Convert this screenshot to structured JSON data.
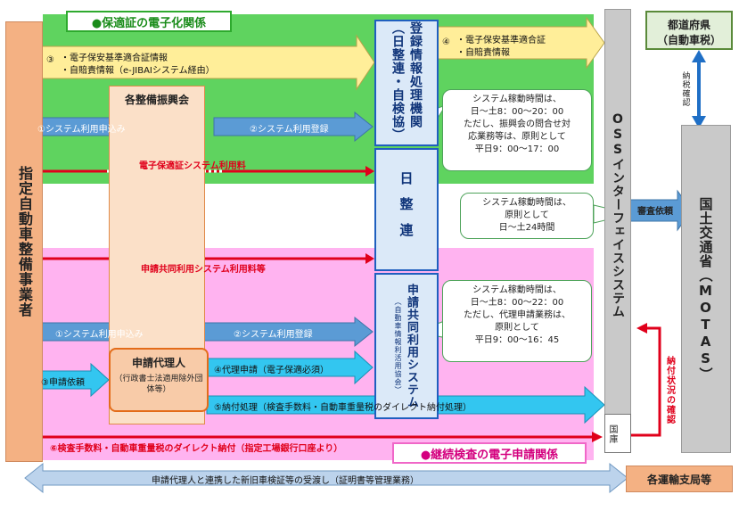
{
  "colors": {
    "green_band": "#5fd35f",
    "pink_band": "#ffb3f0",
    "blue_arrow": "#5b9bd5",
    "cyan_arrow": "#33c6f0",
    "yellow_arrow": "#ffee99",
    "red_line": "#e0001b",
    "orange_box": "#f4b183",
    "grey_box": "#c9c9c9"
  },
  "headers": {
    "green": "●保適証の電子化関係",
    "pink": "●継続検査の電子申請関係"
  },
  "left_actor": "指定自動車整備事業者",
  "seibi": "各整備振興会",
  "nissei_kikan": "登録情報処理機関（日整連・自検協）",
  "nisseiren": "日整連",
  "kyodo": {
    "title": "申請共同利用システム",
    "sub": "（自動車情報利活用協会）"
  },
  "oss": "OSSインターフェイスシステム",
  "mlit": "国土交通省（MOTAS）",
  "prefecture": {
    "line1": "都道府県",
    "line2": "（自動車税）"
  },
  "nozei": "納税確認",
  "shinsa": "審査依頼",
  "kokko": "国庫",
  "noufu": "納付状況の確認",
  "shikyoku": "各運輸支局等",
  "dairi": {
    "title": "申請代理人",
    "sub": "（行政書士法適用除外団体等）"
  },
  "arrows": {
    "a3_num": "③",
    "a3_l1": "・電子保安基準適合証情報",
    "a3_l2": "・自賠責情報（e-JIBAIシステム経由）",
    "a4_num": "④",
    "a4_l1": "・電子保安基準適合証",
    "a4_l2": "・自賠責情報",
    "g1": "①システム利用申込み",
    "g2": "②システム利用登録",
    "red1": "電子保適証システム利用料",
    "red2": "申請共同利用システム利用料等",
    "p1": "①システム利用申込み",
    "p2": "②システム利用登録",
    "p3": "③申請依頼",
    "p4": "④代理申請（電子保適必須）",
    "p5": "⑤納付処理（検査手数料・自動車重量税のダイレクト納付処理）",
    "p6": "⑥検査手数料・自動車重量税のダイレクト納付（指定工場銀行口座より）",
    "bottom": "申請代理人と連携した新旧車検証等の受渡し（証明書等管理業務）"
  },
  "bubbles": {
    "b1": [
      "システム稼動時間は、",
      "日～土8：00～20：00",
      "ただし、振興会の問合せ対",
      "応業務等は、原則として",
      "平日9：00～17：00"
    ],
    "b2": [
      "システム稼動時間は、",
      "原則として",
      "日～土24時間"
    ],
    "b3": [
      "システム稼動時間は、",
      "日～土8：00～22：00",
      "ただし、代理申請業務は、",
      "原則として",
      "平日9：00～16：45"
    ]
  }
}
